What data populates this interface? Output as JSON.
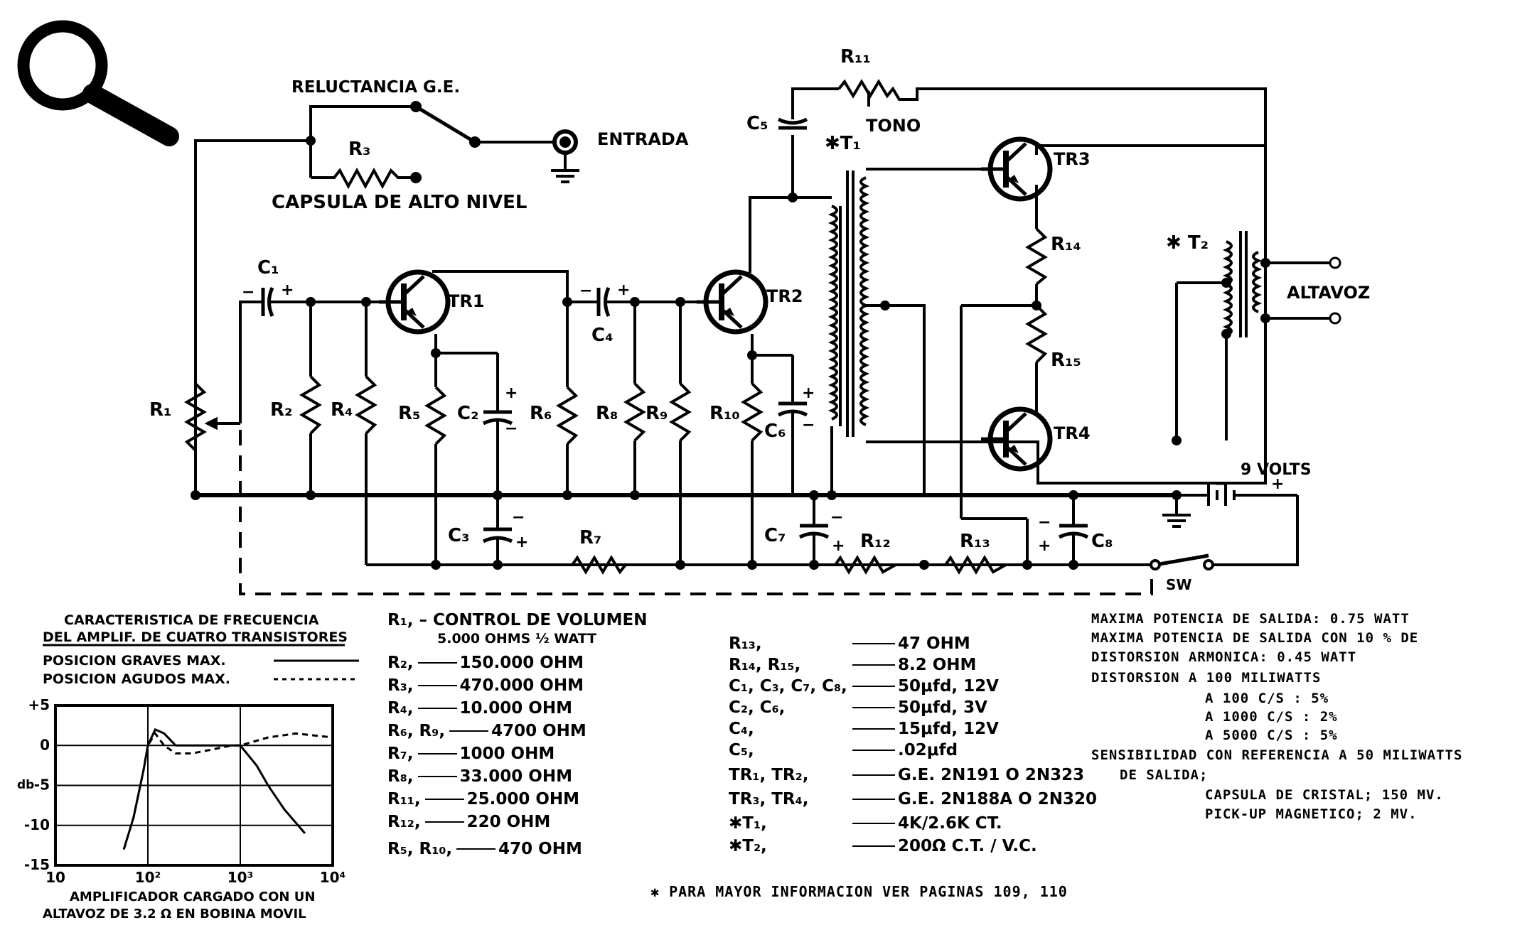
{
  "labels": {
    "reluctancia": "RELUCTANCIA G.E.",
    "entrada": "ENTRADA",
    "capsula": "CAPSULA DE ALTO NIVEL",
    "tono": "TONO",
    "altavoz": "ALTAVOZ",
    "volts": "9 VOLTS",
    "sw": "SW"
  },
  "parts": {
    "R1": "R₁",
    "R2": "R₂",
    "R3": "R₃",
    "R4": "R₄",
    "R5": "R₅",
    "R6": "R₆",
    "R7": "R₇",
    "R8": "R₈",
    "R9": "R₉",
    "R10": "R₁₀",
    "R11": "R₁₁",
    "R12": "R₁₂",
    "R13": "R₁₃",
    "R14": "R₁₄",
    "R15": "R₁₅",
    "C1": "C₁",
    "C2": "C₂",
    "C3": "C₃",
    "C4": "C₄",
    "C5": "C₅",
    "C6": "C₆",
    "C7": "C₇",
    "C8": "C₈",
    "TR1": "TR1",
    "TR2": "TR2",
    "TR3": "TR3",
    "TR4": "TR4",
    "T1": "✱T₁",
    "T2": "✱ T₂"
  },
  "chart": {
    "title_line1": "CARACTERISTICA DE FRECUENCIA",
    "title_line2": "DEL AMPLIF. DE CUATRO TRANSISTORES",
    "legend_graves": "POSICION GRAVES MAX.",
    "legend_agudos": "POSICION AGUDOS MAX.",
    "ylabel": "db",
    "y_ticks": [
      "+5",
      "0",
      "-5",
      "-10",
      "-15"
    ],
    "x_ticks": [
      "10",
      "10²",
      "10³",
      "10⁴"
    ],
    "caption_line1": "AMPLIFICADOR CARGADO CON UN",
    "caption_line2": "ALTAVOZ DE 3.2 Ω EN BOBINA MOVIL"
  },
  "chart_data": {
    "type": "line",
    "xscale": "log",
    "xlim": [
      10,
      10000
    ],
    "ylim": [
      -15,
      5
    ],
    "series": [
      {
        "name": "POSICION GRAVES MAX.",
        "style": "solid",
        "x": [
          55,
          70,
          90,
          100,
          120,
          150,
          200,
          300,
          500,
          800,
          1000,
          1500,
          2000,
          3000,
          5000
        ],
        "y": [
          -13,
          -9,
          -3,
          0,
          2,
          1.5,
          0,
          0,
          0,
          0,
          0,
          -2.5,
          -5,
          -8,
          -11
        ]
      },
      {
        "name": "POSICION AGUDOS MAX.",
        "style": "dashed",
        "x": [
          55,
          70,
          90,
          100,
          120,
          150,
          200,
          300,
          500,
          800,
          1000,
          2000,
          4000,
          10000
        ],
        "y": [
          -13,
          -9,
          -3,
          0,
          1.5,
          0,
          -1,
          -1,
          -0.5,
          0,
          0,
          1,
          1.5,
          1
        ]
      }
    ]
  },
  "components": [
    [
      "R₁, – CONTROL DE VOLUMEN",
      ""
    ],
    [
      "5.000 OHMS ½ WATT",
      ""
    ],
    [
      "R₂,",
      "150.000 OHM"
    ],
    [
      "R₃,",
      "470.000 OHM"
    ],
    [
      "R₄,",
      "10.000 OHM"
    ],
    [
      "R₆, R₉,",
      "4700 OHM"
    ],
    [
      "R₇,",
      "1000 OHM"
    ],
    [
      "R₈,",
      "33.000 OHM"
    ],
    [
      "R₁₁,",
      "25.000 OHM"
    ],
    [
      "R₁₂,",
      "220 OHM"
    ],
    [
      "R₅, R₁₀,",
      "470 OHM"
    ]
  ],
  "components2": [
    [
      "R₁₃,",
      "47 OHM"
    ],
    [
      "R₁₄, R₁₅,",
      "8.2 OHM"
    ],
    [
      "C₁, C₃, C₇, C₈,",
      "50μfd, 12V"
    ],
    [
      "C₂, C₆,",
      "50μfd, 3V"
    ],
    [
      "C₄,",
      "15μfd, 12V"
    ],
    [
      "C₅,",
      ".02μfd"
    ],
    [
      "TR₁, TR₂,",
      "G.E. 2N191 O   2N323"
    ],
    [
      "TR₃, TR₄,",
      "G.E. 2N188A O   2N320"
    ],
    [
      "✱T₁,",
      "4K/2.6K CT."
    ],
    [
      "✱T₂,",
      "200Ω C.T. / V.C."
    ]
  ],
  "specs": [
    "MAXIMA POTENCIA DE SALIDA: 0.75 WATT",
    "MAXIMA POTENCIA DE SALIDA CON 10 % DE",
    "DISTORSION ARMONICA: 0.45 WATT",
    "DISTORSION A 100 MILIWATTS",
    "A 100 C/S : 5%",
    "A 1000 C/S : 2%",
    "A 5000 C/S : 5%",
    "SENSIBILIDAD CON REFERENCIA A 50 MILIWATTS",
    "DE SALIDA;",
    "CAPSULA DE CRISTAL; 150 MV.",
    "PICK-UP MAGNETICO; 2 MV."
  ],
  "footnote": "✱ PARA MAYOR INFORMACION VER PAGINAS 109, 110"
}
